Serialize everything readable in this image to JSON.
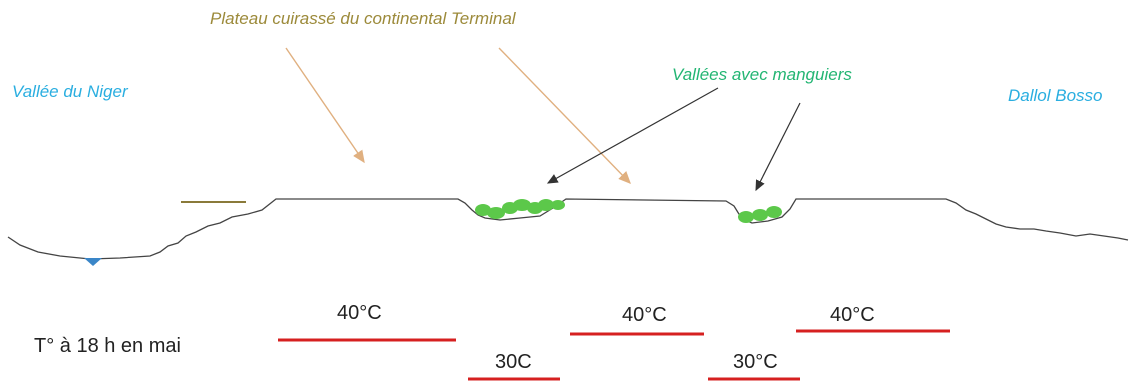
{
  "labels": {
    "plateau": "Plateau cuirassé du continental Terminal",
    "valleys": "Vallées avec manguiers",
    "niger": "Vallée du Niger",
    "dallol": "Dallol Bosso",
    "caption": "T° à 18 h en mai"
  },
  "temperatures": {
    "plateau_west": "40°C",
    "valley_1": "30C",
    "plateau_middle": "40°C",
    "valley_2": "30°C",
    "plateau_east": "40°C"
  },
  "colors": {
    "plateau_label": "#9c8a3a",
    "valleys_label": "#23b573",
    "place_label": "#2aaee0",
    "plateau_arrow": "#e0b080",
    "valley_arrow": "#333333",
    "temperature_bar": "#d62020",
    "terrain": "#444444",
    "mango_trees": "#5cc84a",
    "water": "#3a86c8",
    "terrace": "#8a7a3a"
  }
}
